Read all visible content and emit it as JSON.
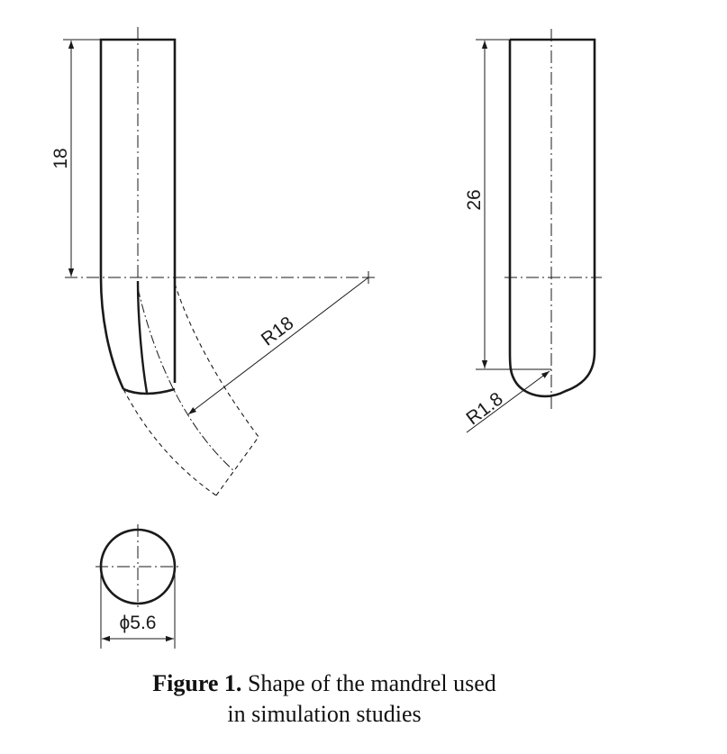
{
  "dimensions": {
    "bent_length": "18",
    "straight_length": "26",
    "bend_radius": "R18",
    "tip_radius": "R1.8",
    "diameter": "ϕ5.6"
  },
  "caption": {
    "label": "Figure 1.",
    "line1": "Shape of the mandrel used",
    "line2": "in simulation studies"
  },
  "colors": {
    "ink": "#1a1a1a",
    "paper": "#ffffff"
  }
}
